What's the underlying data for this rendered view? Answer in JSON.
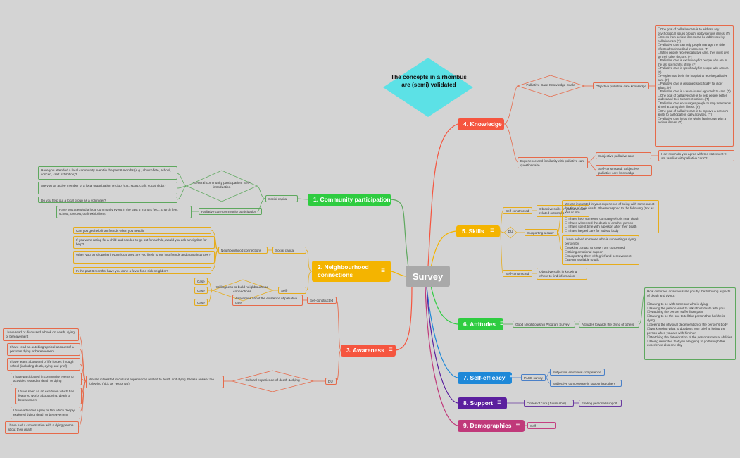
{
  "root": "Survey",
  "note": "The concepts in a rhombus are (semi) validated",
  "branches": {
    "knowledge": "4. Knowledge",
    "community": "1. Community participation",
    "skills": "5. Skills",
    "neighbourhood": "2. Neighbourhood connections",
    "attitudes": "6. Attitudes",
    "awareness": "3. Awareness",
    "efficacy": "7. Self-efficacy",
    "support": "8. Support",
    "demographics": "9. Demographics"
  },
  "k": {
    "scale": "Palliative Care Knowledge Scale",
    "objective": "Objective palliative care knowledge",
    "items": "☐One goal of palliative care is to address any psychological issues brought up by serious illness. (T)\n☐Stress from serious illness can be addressed by palliative care (T)\n☐Palliative care can help people manage the side effects of their medical treatments. (T)\n☐When people receive palliative care, they must give up their other doctors. (F)\n☐Palliative care is exclusively for people who are in the last six months of life. (F)\n☐Palliative care is specifically for people with cancer. (F)\n☐People must be in the hospital to receive palliative care. (F)\n☐Palliative care is designed specifically for older adults. (F)\n☐Palliative care is a team-based approach to care. (T)\n☐One goal of palliative care is to help people better understand their treatment options. (T)\n☐Palliative care encourages people to stop treatments aimed at curing their illness. (F)\n☐One goal of palliative care is to improve a person's ability to participate in daily activities. (T)\n☐Palliative care helps the whole family cope with a serious illness. (T)",
    "experience": "Experience and familiarity with palliative care questionnaire",
    "subjective": "Subjective palliative care knowledge",
    "subjective_q": "How much do you agree with the statement \"I am familiar with palliative care\"?",
    "selfcon": "Self-constructed: Subjective palliative care knowledge"
  },
  "c": {
    "social": "Social capital survey",
    "general": "General community participation: Self-introduction",
    "q1": "Have you attended a local community event in the past 6 months (e.g., church fete, school, concert, craft exhibition)?",
    "q2": "Are you an active member of a local organization or club (e.g., sport, craft, social club)?",
    "q3": "Do you help out a local group as a volunteer?",
    "pc": "Palliative care community participation",
    "q4": "Have you attended a local community event in the past 6 months (e.g., church fete, school, concert, craft exhibition)?"
  },
  "s": {
    "selfcon1": "Self-constructed",
    "obj1": "Objective skills on palliative care related outcomes",
    "du": "DU",
    "supporting": "Supporting a carer",
    "exp_q": "We are interested in your experience of being with someone at the time of their death. Please respond to the following (tick as Yes or No)",
    "exp_list": "☐ I have kept someone company who is near death\n☐ I have witnessed the death of another person\n☐ I have spent time with a person after their death\n☐ I have helped care for a dead body",
    "help_list": "I have helped someone who is supporting a dying person by:\n☐Making contact to show I am concerned\n☐Giving emotional support\n☐Supporting them with grief and bereavement\n☐Being available to talk",
    "selfcon2": "Self-constructed",
    "obj2": "Objective skills in knowing where to find information"
  },
  "n": {
    "q1": "Can you get help from friends when you need it",
    "q2": "If you were caring for a child and needed to go out for a while, would you ask a neighbor for help?",
    "q3": "When you go shopping in your local area are you likely to run into friends and acquaintances?",
    "q4": "In the past 6 months, have you done a favor for a sick neighbor?",
    "connections": "Neighbourhood connections",
    "social": "Social capital survey",
    "case1": "Case 1",
    "case2": "Case 2",
    "case3": "Case 3",
    "willing": "Willingness to build neighbourhood connections",
    "selfcon": "Self-constructed"
  },
  "a": {
    "gnps": "Good Neighbourship Program Survey",
    "att": "Attitudes towards the dying of others",
    "distress": "How disturbed or anxious are you by the following aspects of death and dying?\n\n☐Having to be with someone who is dying\n☐Having the person want to talk about death with you\n☐Watching the person suffer from pain\n☐Having to be the one to tell the person that he/she is dying\n☐Seeing the physical degeneration of the person's body\n☐Not knowing what to do about your grief at losing the person when you are with him/her\n☐Watching the deterioration of the person's mental abilities\n☐Being reminded that you are going to go through the experience also one day"
  },
  "w": {
    "aware": "Awareness about the existence of palliative care",
    "selfcon": "Self-constructed",
    "l1": "I have read or discussed a book on death, dying or bereavement",
    "l2": "I have read an autobiographical account of a person's dying or bereavement",
    "l3": "I have learnt about end of life issues through school (including death, dying and grief)",
    "l4": "I have participated in community events or activities related to death or dying",
    "l5": "I have seen an art exhibition which has featured works about dying, death or bereavement",
    "l6": "I have attended a play or film which deeply explored dying, death or bereavement",
    "l7": "I have had a conversation with a dying person about their death",
    "culture_q": "We are interested in cultural experiences related to death and dying. Please answer the following ( tick as Yes or No)",
    "culture": "Cultural experience of death & dying",
    "du": "DU"
  },
  "e": {
    "pace": "PACE survey",
    "emo": "Subjective emotional competence",
    "comp": "Subjective competence in supporting others"
  },
  "sup": {
    "circles": "Circles of care (Julian Abel)",
    "finding": "Finding personal support"
  },
  "dem": {
    "selfcon": "Self-constructed"
  },
  "icons": {
    "menu": "≡"
  },
  "colors": {
    "root": "#a9a9a9",
    "knowledge": "#f5553f",
    "community": "#2ecc40",
    "skills": "#f4b400",
    "neighbourhood": "#f4b400",
    "attitudes": "#2ecc40",
    "awareness": "#f5553f",
    "efficacy": "#1e88d8",
    "support": "#5b1f9e",
    "demographics": "#c0397a",
    "validated": "#5ce1e6"
  }
}
